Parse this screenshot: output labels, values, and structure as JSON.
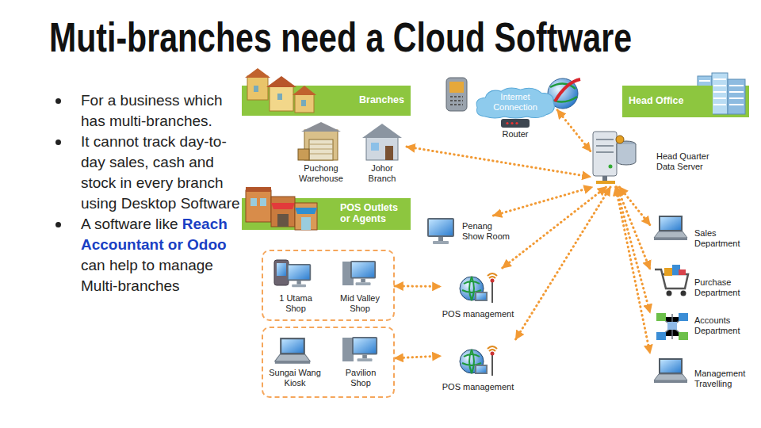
{
  "diagram": {
    "title": "Muti-branches need a Cloud Software",
    "nodes": [
      {
        "text": [
          "Branches"
        ]
      },
      {
        "text": [
          "Puchong Warehouse"
        ]
      },
      {
        "text": [
          "Johor Branch"
        ]
      },
      {
        "text": [
          "Internet Connection"
        ]
      },
      {
        "text": [
          "Router"
        ]
      },
      {
        "text": [
          "Head Office"
        ]
      },
      {
        "text": [
          "Head Quarter Data Server"
        ]
      },
      {
        "text": [
          "POS Outlets or Agents"
        ]
      },
      {
        "text": [
          "Penang Show Room"
        ]
      },
      {
        "text": []
      },
      {
        "text": [
          "1 Utama Shop"
        ],
        "in": 9
      },
      {
        "text": [
          "Mid Valley Shop"
        ],
        "in": 9
      },
      {
        "text": [
          "POS management"
        ]
      },
      {
        "text": []
      },
      {
        "text": [
          "Sungai Wang Kiosk"
        ],
        "in": 13
      },
      {
        "text": [
          "Pavilion Shop"
        ],
        "in": 13
      },
      {
        "text": [
          "POS management"
        ]
      },
      {
        "text": [
          "Sales Department"
        ]
      },
      {
        "text": [
          "Purchase Department"
        ]
      },
      {
        "text": [
          "Accounts Department"
        ]
      },
      {
        "text": [
          "Management Travelling"
        ]
      }
    ],
    "edges": [
      {
        "from": 9,
        "to": 12,
        "arrow": "both"
      },
      {
        "from": 13,
        "to": 16,
        "arrow": "both"
      },
      {
        "from": 2,
        "to": 6,
        "arrow": "both"
      },
      {
        "from": 3,
        "to": 6,
        "arrow": "both"
      },
      {
        "from": 8,
        "to": 6,
        "arrow": "both"
      },
      {
        "from": 12,
        "to": 6,
        "arrow": "both"
      },
      {
        "from": 16,
        "to": 6,
        "arrow": "both"
      },
      {
        "from": 6,
        "to": 17,
        "arrow": "both"
      },
      {
        "from": 6,
        "to": 18,
        "arrow": "both"
      },
      {
        "from": 6,
        "to": 19,
        "arrow": "both"
      },
      {
        "from": 6,
        "to": 20,
        "arrow": "both"
      }
    ],
    "labels": [
      "For a business which has multi-branches.",
      "It cannot track day-to-day sales, cash and stock in every branch using Desktop Software",
      "A software like",
      "Reach Accountant or Odoo",
      "can help to manage Multi-branches"
    ]
  }
}
